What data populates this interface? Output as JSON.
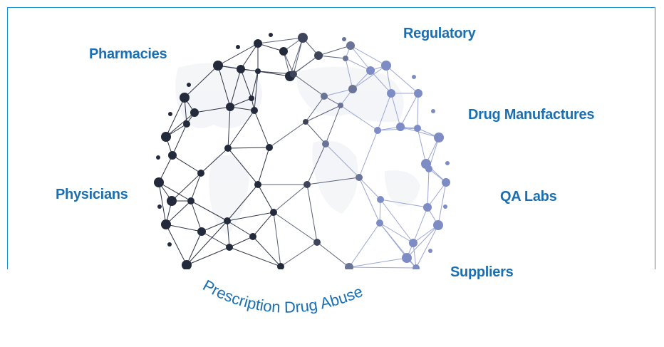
{
  "colors": {
    "border": "#1f8fd6",
    "label": "#1a6fb3",
    "node_dark": "#232a3b",
    "node_light": "#7d8cc4",
    "edge": "#2e3346"
  },
  "labels": {
    "regulatory": "Regulatory",
    "pharmacies": "Pharmacies",
    "drug_manufactures": "Drug Manufactures",
    "physicians": "Physicians",
    "qa_labs": "QA Labs",
    "suppliers": "Suppliers"
  },
  "center_label": "Prescription Drug Abuse"
}
